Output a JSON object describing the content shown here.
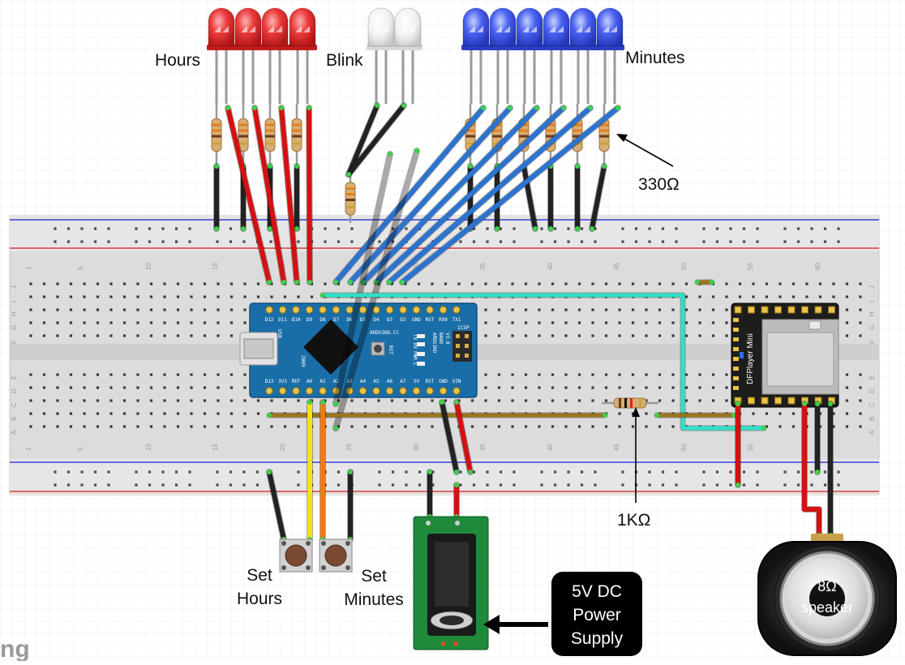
{
  "labels": {
    "hours": "Hours",
    "blink": "Blink",
    "minutes": "Minutes",
    "r330": "330Ω",
    "r1k": "1KΩ",
    "set_hours_1": "Set",
    "set_hours_2": "Hours",
    "set_minutes_1": "Set",
    "set_minutes_2": "Minutes",
    "power_1": "5V DC",
    "power_2": "Power",
    "power_3": "Supply",
    "speaker_1": "8Ω",
    "speaker_2": "speaker",
    "watermark": "ng"
  },
  "breadboard": {
    "column_numbers": [
      "1",
      "5",
      "10",
      "15",
      "20",
      "25",
      "30",
      "35",
      "40",
      "45",
      "50",
      "55",
      "60"
    ],
    "row_letters_top": [
      "J",
      "I",
      "H",
      "G",
      "F"
    ],
    "row_letters_bottom": [
      "E",
      "D",
      "C",
      "B",
      "A"
    ]
  },
  "arduino": {
    "pins_top": [
      "D12",
      "D11",
      "D10",
      "D9",
      "D8",
      "D7",
      "D6",
      "D5",
      "D4",
      "D3",
      "D2",
      "GND",
      "RST",
      "RX0",
      "TX1"
    ],
    "pins_bottom": [
      "D13",
      "3V3",
      "REF",
      "A0",
      "A1",
      "A2",
      "A3",
      "A4",
      "A5",
      "A6",
      "A7",
      "5V",
      "RST",
      "GND",
      "VIN"
    ],
    "brand": "ARDUINO.CC",
    "model_1": "ARDUINO",
    "model_2": "NANO",
    "model_3": "V3.0",
    "year": "2009",
    "usb": "USB",
    "icsp": "ICSP",
    "led_tx": "TX",
    "led_rx": "RX",
    "led_pwr": "PWR",
    "led_l": "L",
    "rst": "RST"
  },
  "dfplayer": {
    "name": "DFPlayer Mini"
  },
  "colors": {
    "led_red": "#e8262b",
    "led_white": "#f2f2f2",
    "led_blue": "#3d5cf0",
    "wire_red": "#d41111",
    "wire_blue": "#2c73cf",
    "wire_black": "#222222",
    "wire_yellow": "#f2e218",
    "wire_orange": "#ef7a12",
    "wire_brown": "#9a7420",
    "wire_cyan": "#2fe0c6",
    "arduino_board": "#1a6ea8",
    "power_board": "#1e8a3a"
  }
}
